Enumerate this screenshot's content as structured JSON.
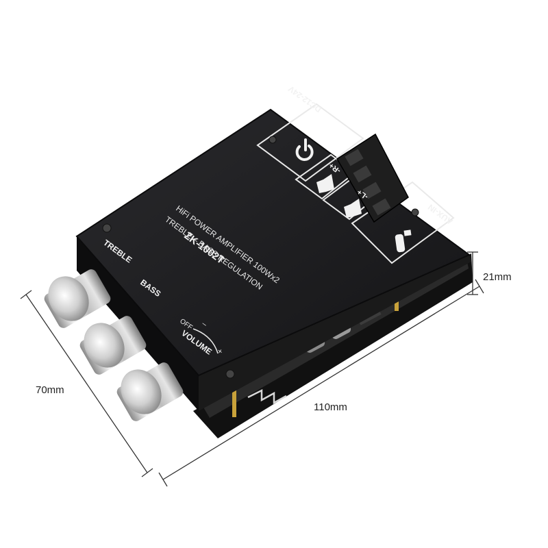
{
  "product": {
    "model": "ZK-1002T",
    "line1": "HiFi POWER AMPLIFIER 100Wx2",
    "line2": "TREBLE – BASS REGULATION",
    "knob_labels": {
      "treble": "TREBLE",
      "bass": "BASS"
    },
    "volume": {
      "label": "VOLUME",
      "off": "OFF",
      "minus": "–",
      "plus": "+"
    },
    "power_input": "DC12-24V",
    "aux_input": "AUX-IN",
    "speaker_right": "-R+",
    "speaker_left": "-L+"
  },
  "dimensions": {
    "width": "70mm",
    "length": "110mm",
    "height": "21mm"
  },
  "colors": {
    "panel": "#1b1b1d",
    "panel_edge": "#0b0b0c",
    "silk": "#f2f2f2",
    "knob": "#c8c8c8",
    "dimension_line": "#333333"
  }
}
